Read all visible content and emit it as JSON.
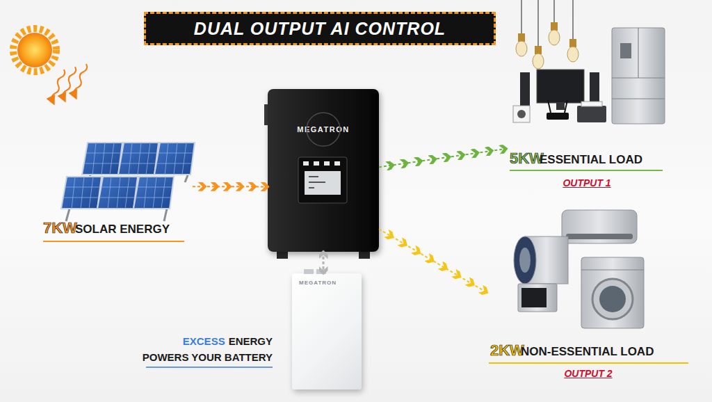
{
  "diagram": {
    "title": "DUAL OUTPUT AI CONTROL",
    "nodes": [
      {
        "text": [
          "7KW",
          "SOLAR ENERGY"
        ]
      },
      {
        "text": [
          "MEGATRON"
        ]
      },
      {
        "text": [
          "5KW",
          "ESSENTIAL LOAD",
          "OUTPUT 1"
        ]
      },
      {
        "text": [
          "2KW",
          "NON-ESSENTIAL LOAD",
          "OUTPUT 2"
        ]
      },
      {
        "text": [
          "MEGATRON"
        ]
      }
    ],
    "edges": [
      {
        "from": 0,
        "to": 1,
        "arrow": "to"
      },
      {
        "from": 1,
        "to": 2,
        "arrow": "to"
      },
      {
        "from": 1,
        "to": 3,
        "arrow": "to"
      },
      {
        "from": 1,
        "to": 4,
        "arrow": "both"
      }
    ],
    "labels": [
      "EXCESS",
      "ENERGY",
      "POWERS YOUR BATTERY"
    ]
  }
}
